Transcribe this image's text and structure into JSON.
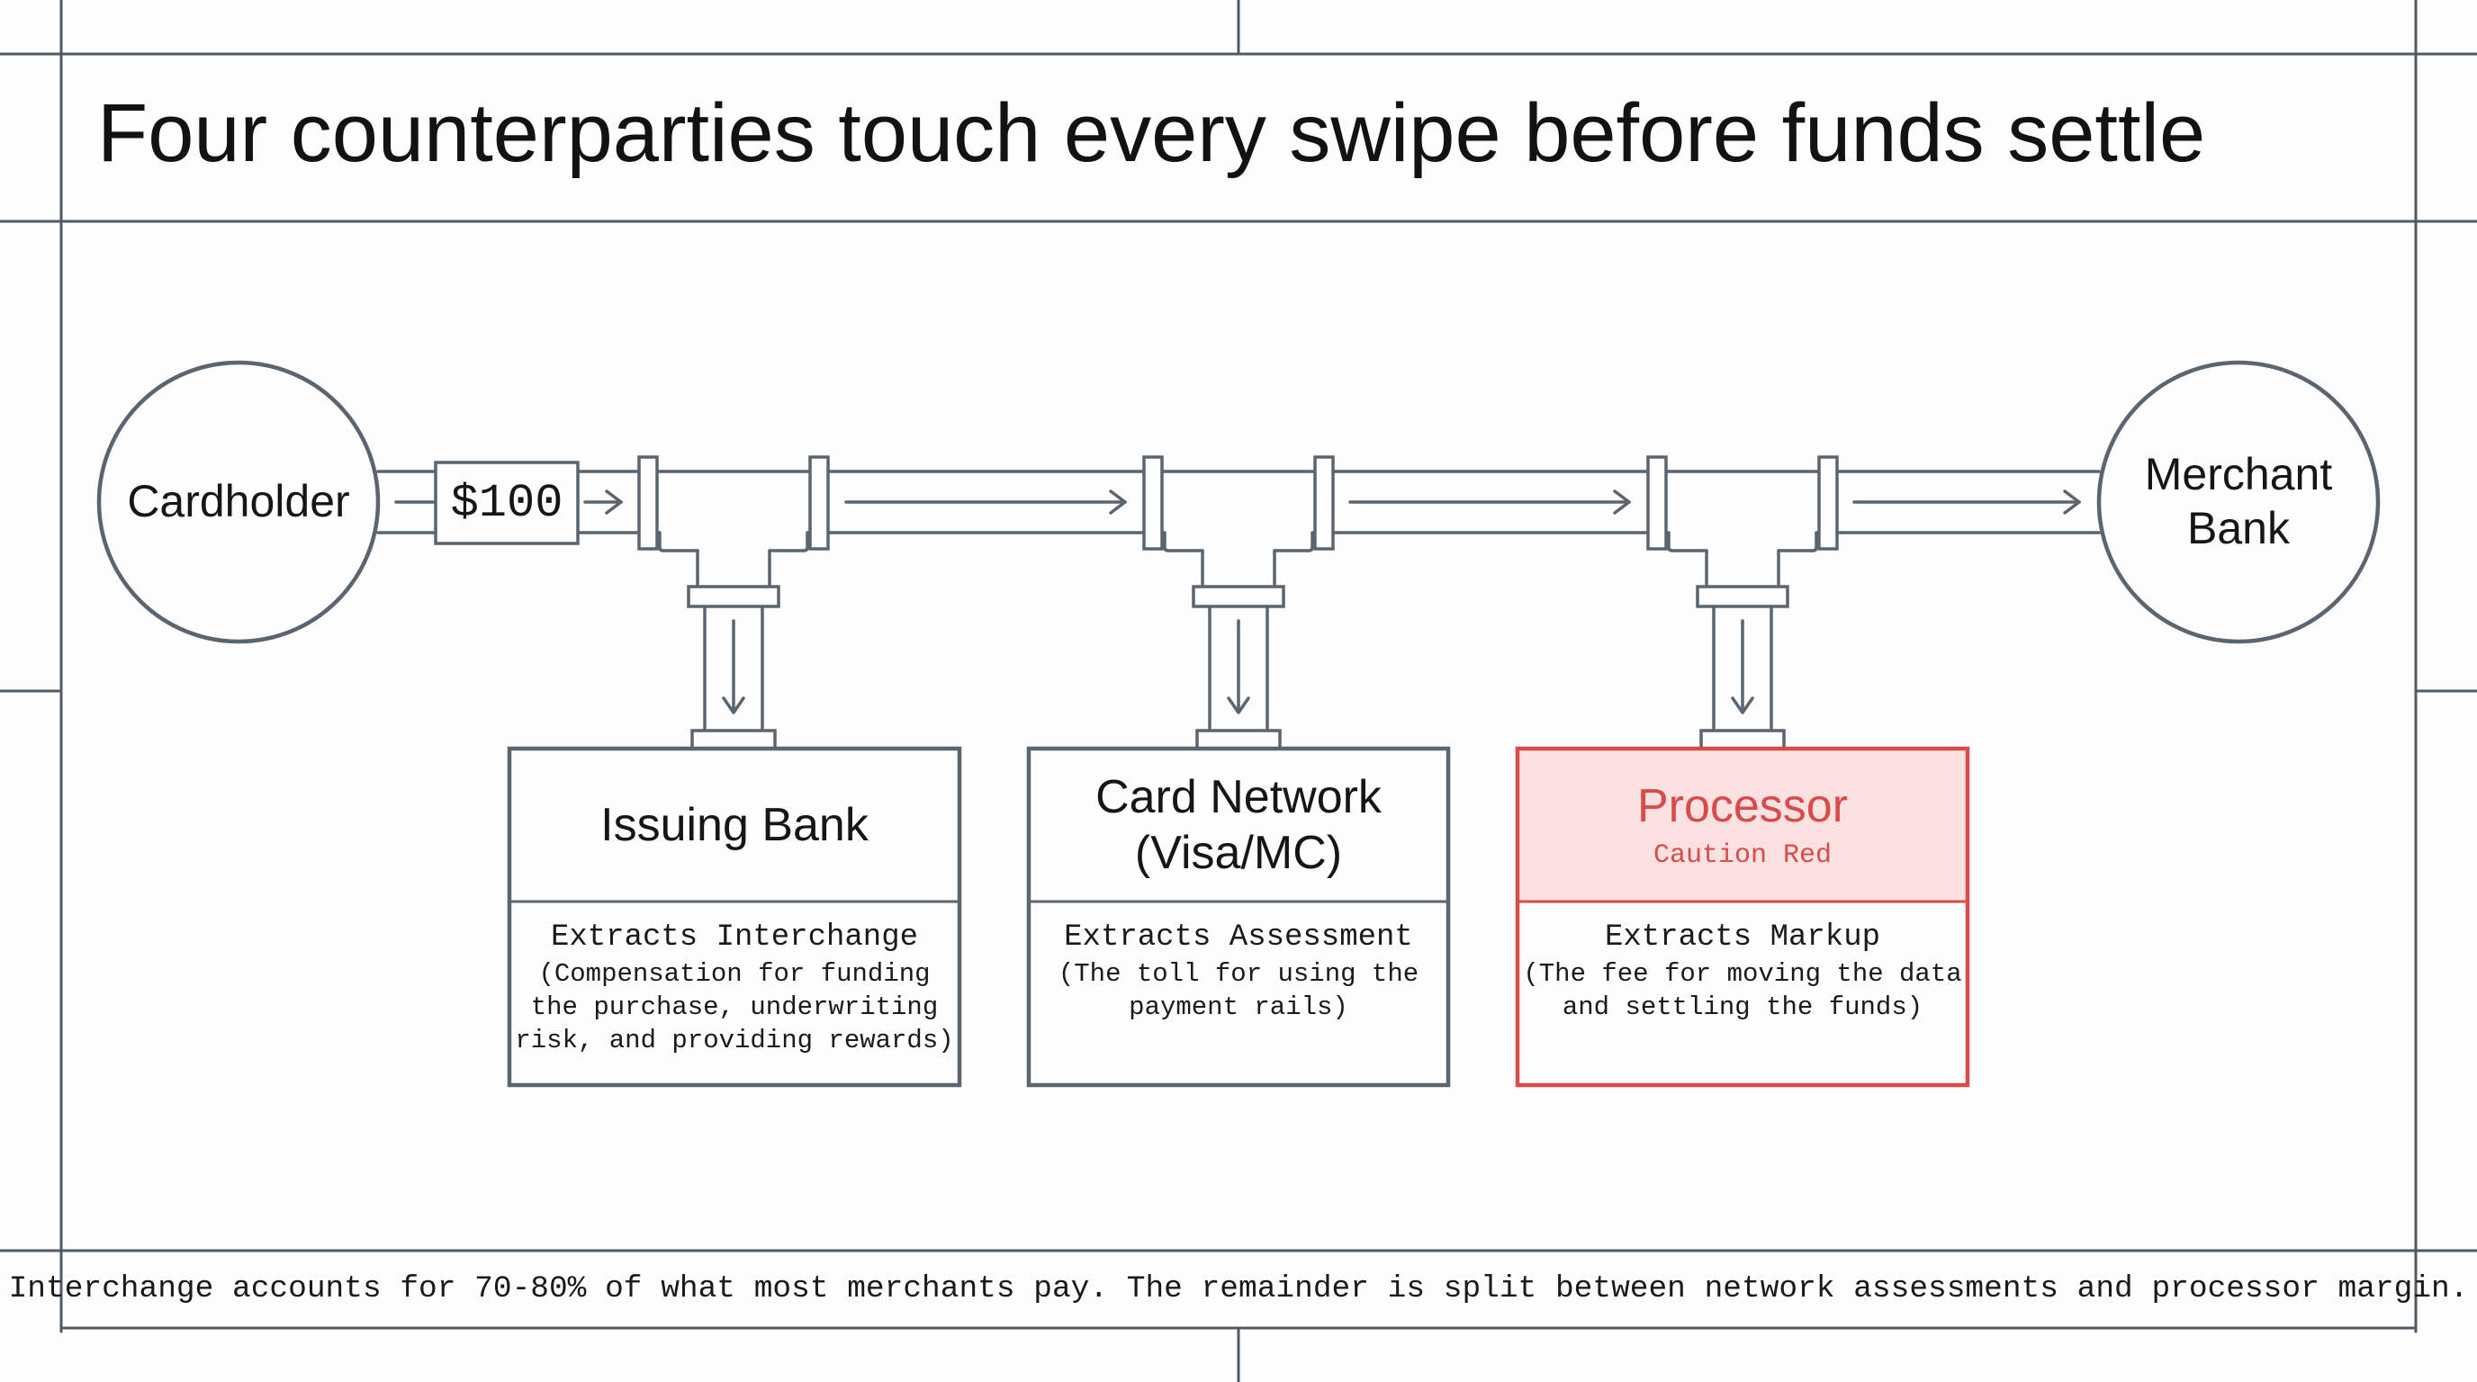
{
  "title": "Four counterparties touch every swipe before funds settle",
  "footer_note": "Interchange accounts for 70-80% of what most merchants pay. The remainder is split between network assessments and processor margin.",
  "colors": {
    "line": "#5a6570",
    "frame": "#4f5a66",
    "accent_red": "#d94a4a",
    "accent_fill": "#fbe2e0"
  },
  "start_node": {
    "label": "Cardholder"
  },
  "amount": "$100",
  "end_node": {
    "label": "Merchant\nBank"
  },
  "counterparties": [
    {
      "name": "Issuing Bank",
      "subtitle": "",
      "extract_heading": "Extracts Interchange",
      "extract_desc": "(Compensation for funding\nthe purchase, underwriting\nrisk, and providing rewards)",
      "highlight": false
    },
    {
      "name": "Card Network\n(Visa/MC)",
      "subtitle": "",
      "extract_heading": "Extracts Assessment",
      "extract_desc": "(The toll for using the\npayment rails)",
      "highlight": false
    },
    {
      "name": "Processor",
      "subtitle": "Caution Red",
      "extract_heading": "Extracts Markup",
      "extract_desc": "(The fee for moving the data\nand settling the funds)",
      "highlight": true
    }
  ]
}
